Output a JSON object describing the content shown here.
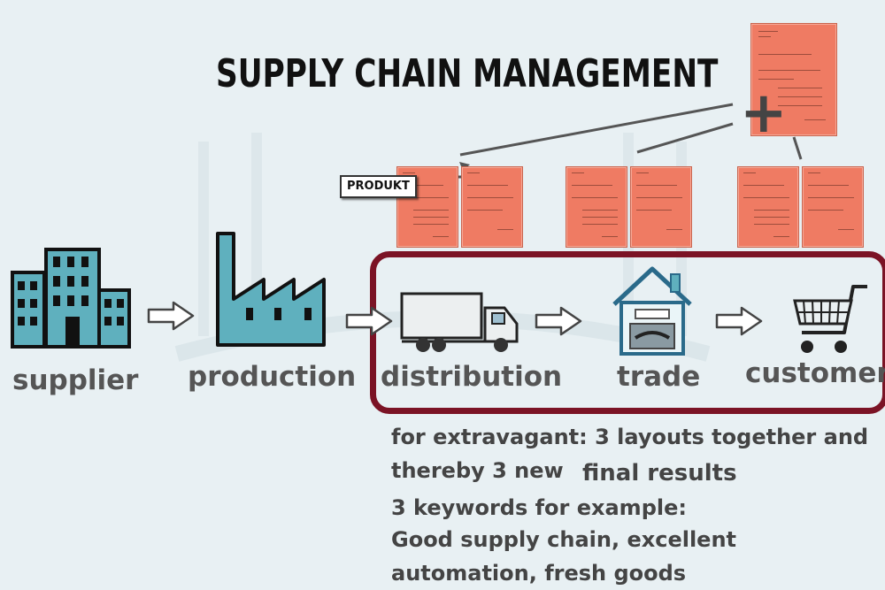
{
  "title": "SUPPLY CHAIN MANAGEMENT",
  "produkt_tag": "PRODUKT",
  "plus_symbol": "+",
  "stages": {
    "supplier": "supplier",
    "production": "production",
    "distribution": "distribution",
    "trade": "trade",
    "customer": "customer"
  },
  "note_lines": [
    "for extravagant: 3 layouts together and",
    "thereby 3 new",
    "final results",
    "3 keywords for example:",
    "Good supply chain, excellent",
    "automation, fresh goods"
  ],
  "colors": {
    "icon_fill": "#5fb0be",
    "frame": "#7b1325",
    "document": "#ef7b63"
  },
  "icons": [
    "building-icon",
    "factory-icon",
    "truck-icon",
    "house-handshake-icon",
    "shopping-cart-icon",
    "arrow-icon",
    "document-icon"
  ]
}
